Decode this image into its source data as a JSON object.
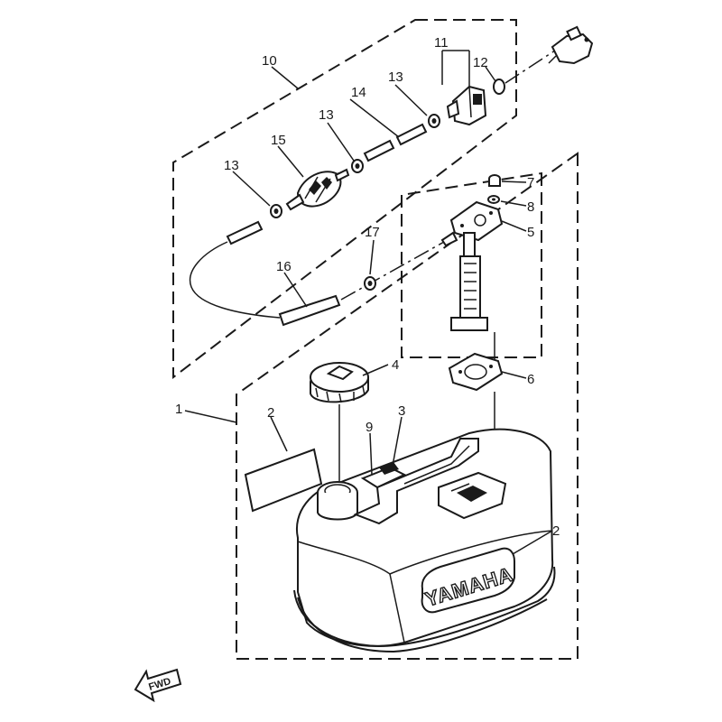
{
  "callouts": {
    "c1": "1",
    "c2a": "2",
    "c2b": "2",
    "c3": "3",
    "c4": "4",
    "c5": "5",
    "c6": "6",
    "c7": "7",
    "c8": "8",
    "c9": "9",
    "c10": "10",
    "c11": "11",
    "c12": "12",
    "c13a": "13",
    "c13b": "13",
    "c13c": "13",
    "c14": "14",
    "c15": "15",
    "c16": "16",
    "c17": "17"
  },
  "tank_brand": "YAMAHA",
  "direction_arrow": "FWD"
}
